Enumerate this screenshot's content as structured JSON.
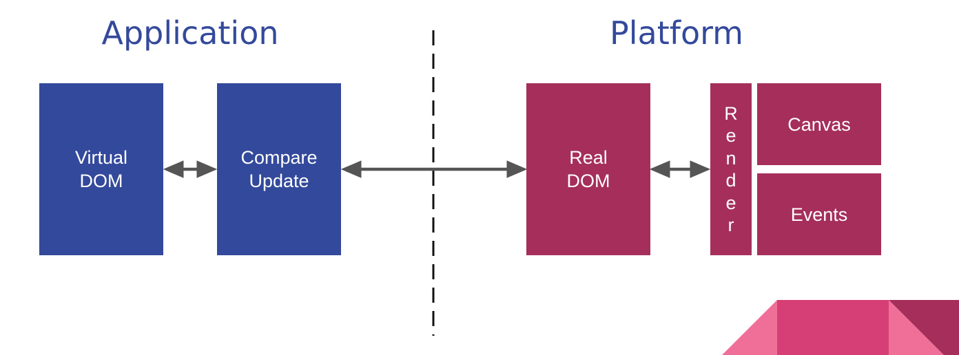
{
  "colors": {
    "heading": "#33499b",
    "blue": "#33499b",
    "red": "#a52f5a",
    "arrow": "#555555",
    "divider": "#111111",
    "corner_light": "#ef6f99",
    "corner_mid": "#d63f75",
    "corner_dark": "#a52f5a"
  },
  "headings": {
    "application": "Application",
    "platform": "Platform"
  },
  "boxes": {
    "virtual_dom": {
      "line1": "Virtual",
      "line2": "DOM"
    },
    "compare_update": {
      "line1": "Compare",
      "line2": "Update"
    },
    "real_dom": {
      "line1": "Real",
      "line2": "DOM"
    },
    "render": {
      "chars": [
        "R",
        "e",
        "n",
        "d",
        "e",
        "r"
      ]
    },
    "canvas": {
      "label": "Canvas"
    },
    "events": {
      "label": "Events"
    }
  }
}
